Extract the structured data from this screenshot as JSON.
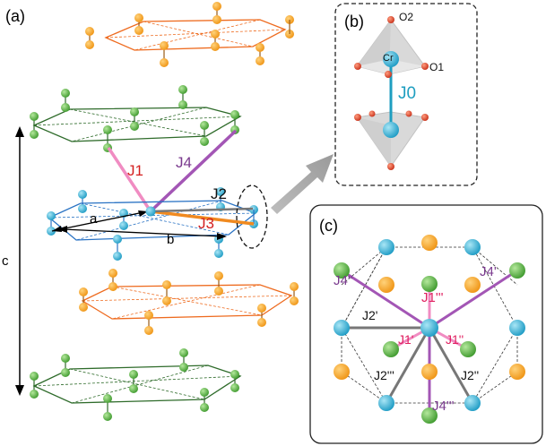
{
  "panels": {
    "a": {
      "label": "(a)"
    },
    "b": {
      "label": "(b)"
    },
    "c": {
      "label": "(c)"
    }
  },
  "axis_labels": {
    "c": "c",
    "a": "a",
    "b": "b"
  },
  "atoms": {
    "cr": "Cr",
    "o1": "O1",
    "o2": "O2"
  },
  "couplings": {
    "J0": "J0",
    "J1": "J1",
    "J2": "J2",
    "J3": "J3",
    "J4": "J4",
    "J1p": "J1'",
    "J1pp": "J1''",
    "J1ppp": "J1'''",
    "J2p": "J2'",
    "J2pp": "J2''",
    "J2ppp": "J2'''",
    "J4p": "J4'",
    "J4pp": "J4''",
    "J4ppp": "J4'''"
  },
  "colors": {
    "orange_layer": "#ee6b1f",
    "orange_atom": "#f4a11c",
    "green_layer": "#2e6b2a",
    "green_atom": "#5cb84a",
    "blue_layer": "#2a73c4",
    "blue_atom": "#3bb2d8",
    "J1": "#f08cc2",
    "J2": "#777777",
    "J3": "#f08a20",
    "J4": "#a356b5",
    "J0": "#1e9ec0"
  }
}
